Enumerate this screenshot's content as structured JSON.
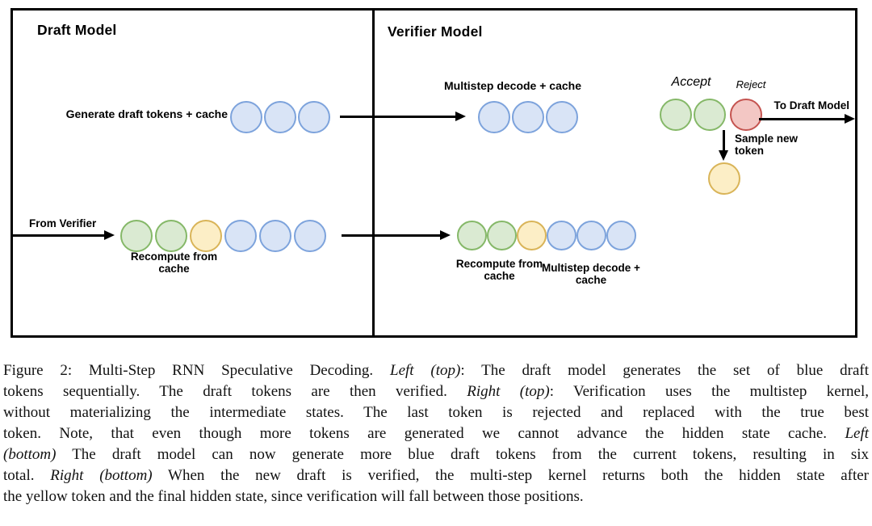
{
  "figure": {
    "draft_panel": {
      "title": "Draft Model",
      "generate_label": "Generate draft tokens + cache",
      "from_verifier_label": "From Verifier",
      "recompute_label": "Recompute from cache",
      "top_tokens": [
        "blue",
        "blue",
        "blue"
      ],
      "bottom_tokens": [
        "green",
        "green",
        "yellow",
        "blue",
        "blue",
        "blue"
      ]
    },
    "verifier_panel": {
      "title": "Verifier Model",
      "multistep_top_label": "Multistep decode + cache",
      "accept_label": "Accept",
      "reject_label": "Reject",
      "to_draft_label": "To Draft Model",
      "sample_label": "Sample new token",
      "recompute_label": "Recompute from cache",
      "multistep_bottom_label": "Multistep decode + cache",
      "top_tokens": [
        "blue",
        "blue",
        "blue"
      ],
      "accept_tokens": [
        "green",
        "green",
        "red"
      ],
      "sampled_tokens": [
        "yellow"
      ],
      "bottom_tokens": [
        "green",
        "green",
        "yellow",
        "blue",
        "blue",
        "blue"
      ]
    },
    "token_colors": {
      "blue": {
        "fill": "#d9e4f6",
        "stroke": "#7da3dc"
      },
      "green": {
        "fill": "#daead2",
        "stroke": "#85b868"
      },
      "yellow": {
        "fill": "#fceec6",
        "stroke": "#d9b458"
      },
      "red": {
        "fill": "#f3c7c4",
        "stroke": "#c4534f"
      }
    }
  },
  "caption": {
    "lines": [
      [
        {
          "t": "Figure 2: Multi-Step RNN Speculative Decoding. "
        },
        {
          "t": "Left (top)",
          "i": true
        },
        {
          "t": ": The draft model generates the set of blue draft"
        }
      ],
      [
        {
          "t": "tokens sequentially. The draft tokens are then verified. "
        },
        {
          "t": "Right (top)",
          "i": true
        },
        {
          "t": ": Verification uses the multistep kernel,"
        }
      ],
      [
        {
          "t": "without materializing the intermediate states. The last token is rejected and replaced with the true best"
        }
      ],
      [
        {
          "t": "token. Note, that even though more tokens are generated we cannot advance the hidden state cache. "
        },
        {
          "t": "Left",
          "i": true
        }
      ],
      [
        {
          "t": "(bottom)",
          "i": true
        },
        {
          "t": " The draft model can now generate more blue draft tokens from the current tokens, resulting in six"
        }
      ],
      [
        {
          "t": "total. "
        },
        {
          "t": "Right (bottom)",
          "i": true
        },
        {
          "t": " When the new draft is verified, the multi-step kernel returns both the hidden state after"
        }
      ],
      [
        {
          "t": "the yellow token and the final hidden state, since verification will fall between those positions."
        }
      ]
    ]
  }
}
